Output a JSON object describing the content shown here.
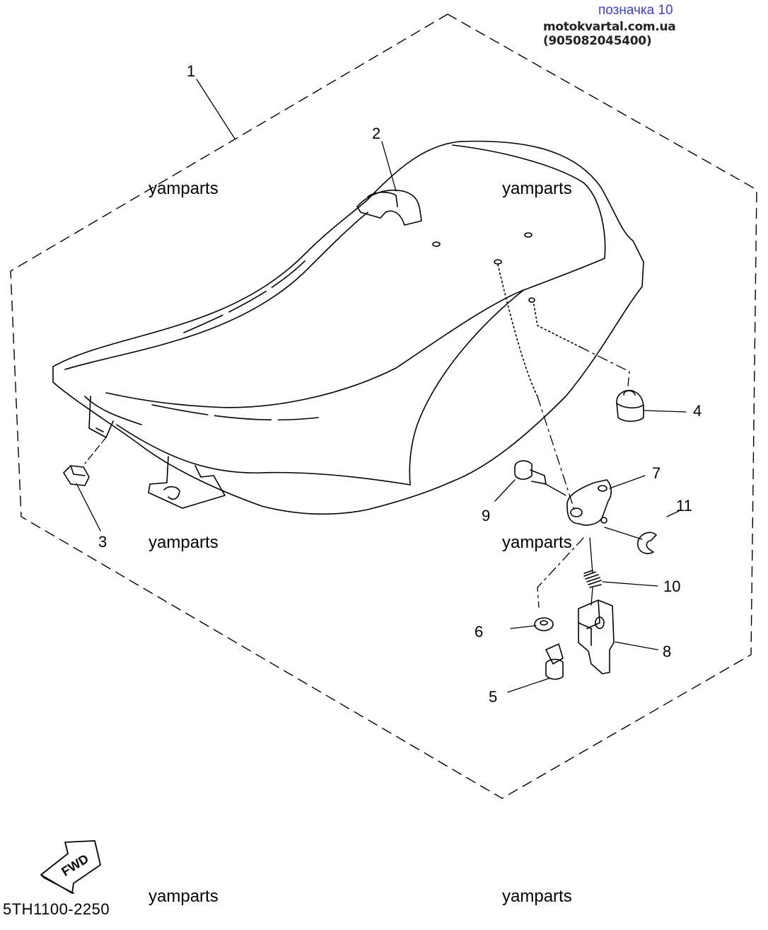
{
  "header": {
    "title": "позначка 10",
    "site": "motokvartal.com.ua (905082045400)"
  },
  "diagram_code": "5TH1100-2250",
  "fwd_label": "FWD",
  "watermarks": [
    "yamparts",
    "yamparts",
    "yamparts",
    "yamparts",
    "yamparts",
    "yamparts"
  ],
  "callouts": [
    "1",
    "2",
    "3",
    "4",
    "5",
    "6",
    "7",
    "8",
    "9",
    "10",
    "11"
  ],
  "colors": {
    "line": "#000000",
    "header_title": "#3a3fd8"
  }
}
